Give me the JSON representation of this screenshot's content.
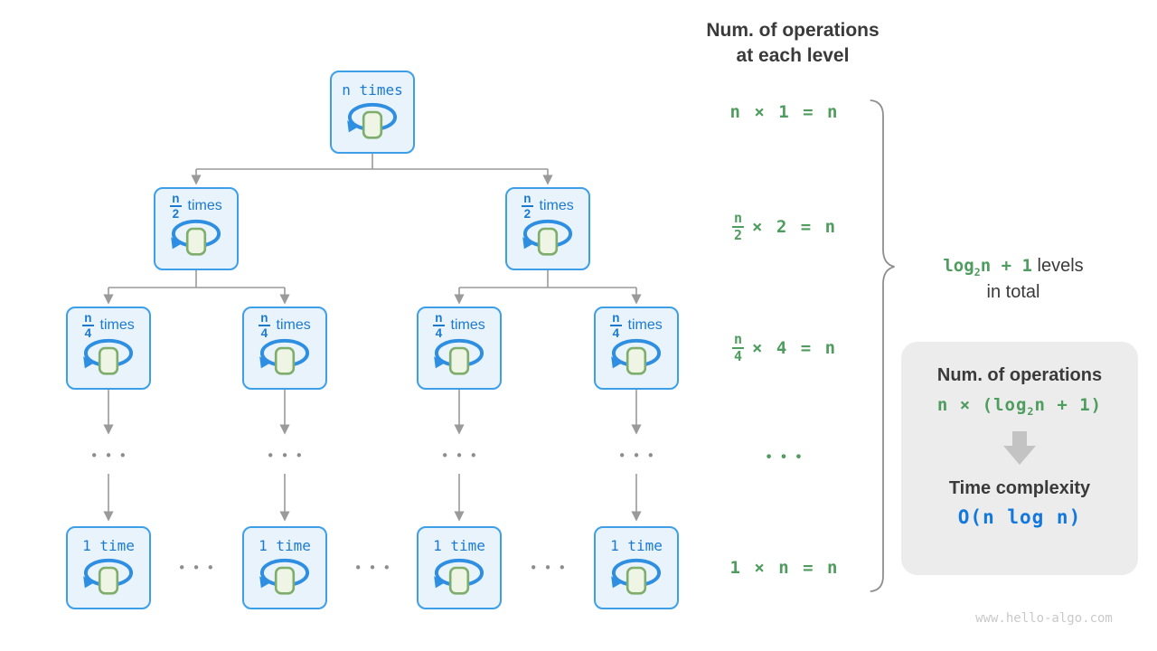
{
  "header": {
    "line1": "Num. of operations",
    "line2": "at each level"
  },
  "tree": {
    "top": {
      "label": "n times"
    },
    "level2": {
      "num": "n",
      "den": "2",
      "suffix": "times"
    },
    "level3": {
      "num": "n",
      "den": "4",
      "suffix": "times"
    },
    "bottom": {
      "label": "1 time"
    },
    "dots": "•••"
  },
  "equations": {
    "row1": "n × 1 = n",
    "row2": {
      "num": "n",
      "den": "2",
      "rest": "× 2 = n"
    },
    "row3": {
      "num": "n",
      "den": "4",
      "rest": "× 4 = n"
    },
    "dots": "•••",
    "row4": "1 × n = n"
  },
  "side": {
    "formula_log": "log",
    "formula_sub": "2",
    "formula_rest": "n + 1",
    "text1": "levels",
    "text2": "in total"
  },
  "summary": {
    "title": "Num. of operations",
    "formula_pre": "n × (",
    "formula_log": "log",
    "formula_sub": "2",
    "formula_post": "n + 1)",
    "subtitle": "Time complexity",
    "complexity": "O(n log n)"
  },
  "watermark": "www.hello-algo.com",
  "colors": {
    "node_border": "#3d9fe8",
    "node_fill": "#e9f3fc",
    "node_text": "#1b7ad0",
    "loop_blue": "#2e8ee2",
    "square_fill": "#eef5e5",
    "square_border": "#7fad6b",
    "green": "#4f9c5f",
    "dark": "#3a3a3a",
    "connector_gray": "#9a9a9a",
    "box_bg": "#ececec",
    "arrow_gray": "#c3c3c3",
    "complexity_blue": "#1278dd",
    "watermark_gray": "#c9c9c9"
  }
}
